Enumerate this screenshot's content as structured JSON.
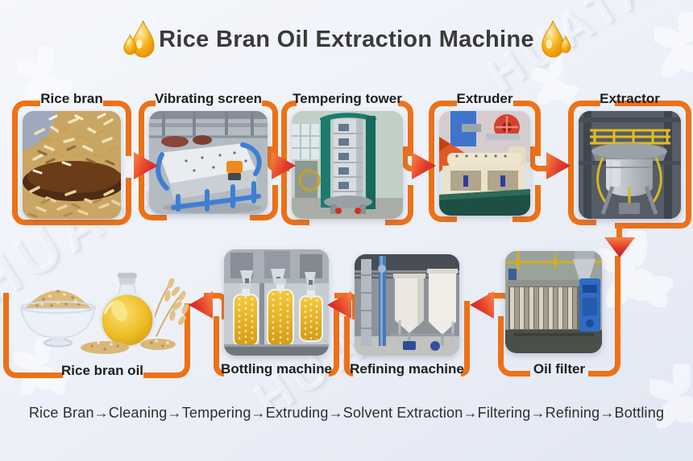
{
  "title": {
    "text": "Rice Bran Oil Extraction Machine",
    "drop_icon": "golden-oil-drop"
  },
  "top_row": [
    {
      "label": "Rice bran"
    },
    {
      "label": "Vibrating screen"
    },
    {
      "label": "Tempering tower"
    },
    {
      "label": "Extruder"
    },
    {
      "label": "Extractor"
    }
  ],
  "bottom_row": [
    {
      "label": "Rice bran oil"
    },
    {
      "label": "Bottling machine"
    },
    {
      "label": "Refining machine"
    },
    {
      "label": "Oil filter"
    }
  ],
  "flow": {
    "steps": [
      "Rice Bran",
      "Cleaning",
      "Tempering",
      "Extruding",
      "Solvent Extraction",
      "Filtering",
      "Refining",
      "Bottling"
    ],
    "separator": "→",
    "line": "Rice Bran→Cleaning→Tempering→Extruding→Solvent Extraction→Filtering→Refining→Bottling"
  },
  "watermark": {
    "brand": "HUATAI"
  },
  "colors": {
    "background": "#edf1f8",
    "connector_orange": "#ed7117",
    "arrow_red": "#d8342a",
    "title_text": "#3a3a3a",
    "label_text": "#1f1f1f",
    "oil_gold": "#f2b51e"
  }
}
